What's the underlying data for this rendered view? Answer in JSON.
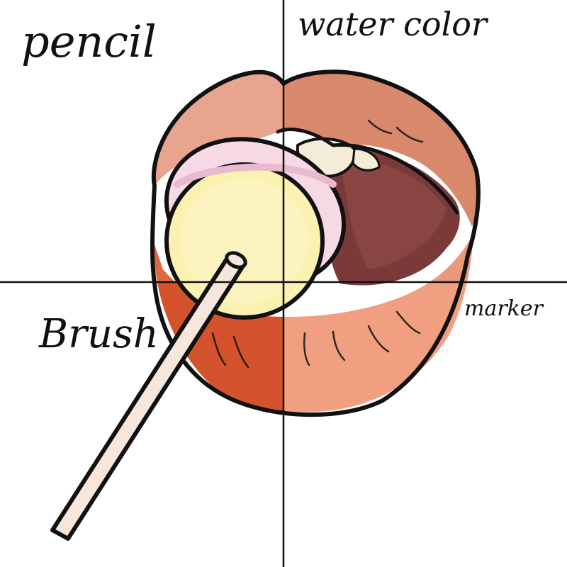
{
  "labels": {
    "top_left": "pencil",
    "top_right": "water color",
    "bottom_left": "Brush",
    "bottom_right": "marker"
  },
  "colors": {
    "outline": "#111111",
    "lip_pencil": "#e8a48c",
    "lip_watercolor": "#d9896b",
    "lip_brush": "#d4532c",
    "lip_marker": "#f0a080",
    "candy_yellow": "#fbf1b0",
    "candy_rim": "#f7d9e6",
    "tongue": "#7a3a3a",
    "teeth": "#f3ecd6",
    "stick": "#f7e6dc"
  }
}
